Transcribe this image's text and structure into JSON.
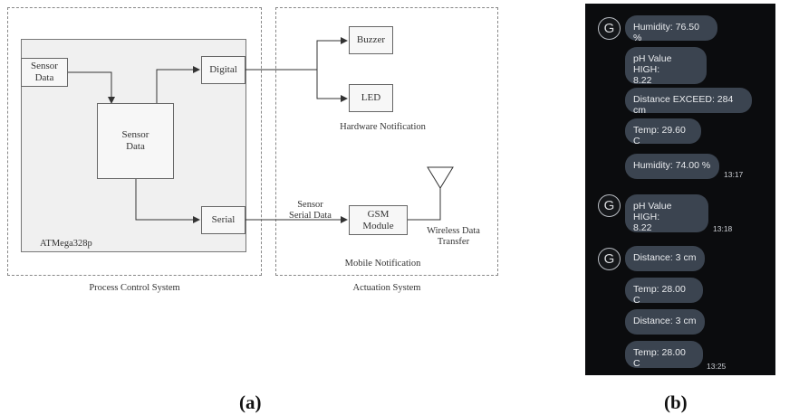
{
  "figure_a": {
    "panel_label": "(a)",
    "process_control": {
      "group_label": "Process Control System",
      "mcu_label": "ATMega328p",
      "sensor_input": "Sensor\nData",
      "sensor_block": "Sensor\nData",
      "digital": "Digital",
      "serial": "Serial"
    },
    "actuation": {
      "group_label": "Actuation System",
      "buzzer": "Buzzer",
      "led": "LED",
      "hardware_notification": "Hardware Notification",
      "sensor_serial_data": "Sensor\nSerial Data",
      "gsm_module": "GSM\nModule",
      "wireless_transfer": "Wireless Data\nTransfer",
      "mobile_notification": "Mobile Notification"
    }
  },
  "figure_b": {
    "panel_label": "(b)",
    "groups": [
      {
        "avatar": "G",
        "messages": [
          "Humidity: 76.50 %",
          "pH Value HIGH:\n8.22",
          "Distance EXCEED: 284 cm",
          "Temp: 29.60 C",
          "Humidity: 74.00 %"
        ],
        "time": "13:17"
      },
      {
        "avatar": "G",
        "messages": [
          "pH Value HIGH:\n8.22"
        ],
        "time": "13:18"
      },
      {
        "avatar": "G",
        "messages": [
          "Distance: 3 cm",
          "Temp: 28.00 C",
          "Distance: 3 cm",
          "Temp: 28.00 C"
        ],
        "time": "13:25"
      }
    ]
  }
}
